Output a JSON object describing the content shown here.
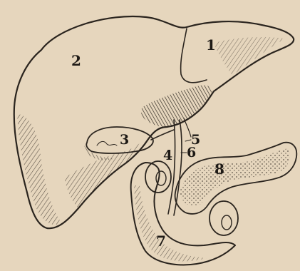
{
  "figure": {
    "background": "#e6d6bd",
    "ink": "#2a241e",
    "labels": {
      "l1": "1",
      "l2": "2",
      "l3": "3",
      "l4": "4",
      "l5": "5",
      "l6": "6",
      "l7": "7",
      "l8": "8"
    }
  }
}
